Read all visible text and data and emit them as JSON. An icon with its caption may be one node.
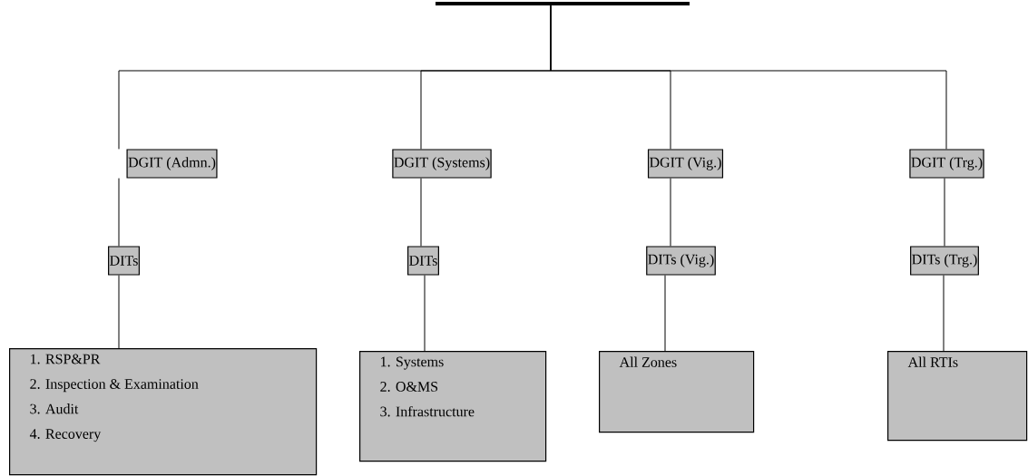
{
  "diagram": {
    "nodes": [
      {
        "text": [],
        "shape": "bar"
      },
      {
        "text": [
          "DGIT (Admn.)"
        ]
      },
      {
        "text": [
          "DGIT (Systems)"
        ]
      },
      {
        "text": [
          "DGIT (Vig.)"
        ]
      },
      {
        "text": [
          "DGIT (Trg.)"
        ]
      },
      {
        "text": [
          "DITs"
        ]
      },
      {
        "text": [
          "DITs"
        ]
      },
      {
        "text": [
          "DITs (Vig.)"
        ]
      },
      {
        "text": [
          "DITs (Trg.)"
        ]
      },
      {
        "text": [
          "1. RSP&PR",
          "2. Inspection & Examination",
          "3. Audit",
          "4. Recovery"
        ]
      },
      {
        "text": [
          "1. Systems",
          "2. O&MS",
          "3. Infrastructure"
        ]
      },
      {
        "text": [
          "All Zones"
        ]
      },
      {
        "text": [
          "All RTIs"
        ]
      }
    ],
    "edges": [
      {
        "from": 0,
        "to": 1,
        "arrow": "none"
      },
      {
        "from": 0,
        "to": 2,
        "arrow": "none"
      },
      {
        "from": 0,
        "to": 3,
        "arrow": "none"
      },
      {
        "from": 0,
        "to": 4,
        "arrow": "none"
      },
      {
        "from": 1,
        "to": 5,
        "arrow": "none"
      },
      {
        "from": 2,
        "to": 6,
        "arrow": "none"
      },
      {
        "from": 3,
        "to": 7,
        "arrow": "none"
      },
      {
        "from": 4,
        "to": 8,
        "arrow": "none"
      },
      {
        "from": 5,
        "to": 9,
        "arrow": "none"
      },
      {
        "from": 6,
        "to": 10,
        "arrow": "none"
      },
      {
        "from": 7,
        "to": 11,
        "arrow": "none"
      },
      {
        "from": 8,
        "to": 12,
        "arrow": "none"
      }
    ]
  }
}
